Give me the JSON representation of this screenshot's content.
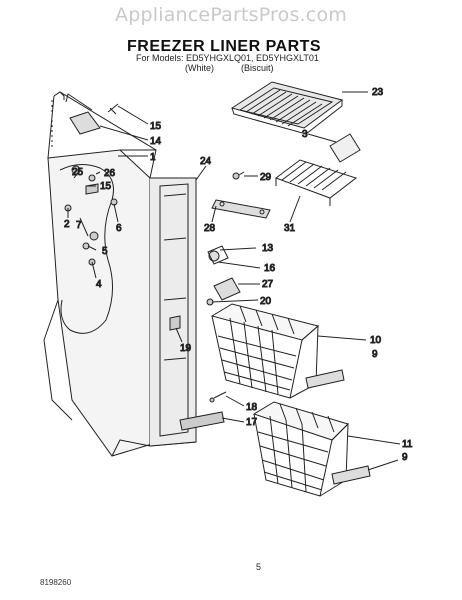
{
  "watermark": "AppliancePartsPros.com",
  "title": "FREEZER LINER PARTS",
  "models_line": "For Models: ED5YHGXLQ01, ED5YHGXLT01",
  "color_white": "(White)",
  "color_biscuit": "(Biscuit)",
  "page_number": "5",
  "doc_number": "8198260",
  "callouts": [
    "23",
    "15",
    "3",
    "14",
    "1",
    "24",
    "25",
    "26",
    "15",
    "29",
    "2",
    "6",
    "7",
    "28",
    "31",
    "5",
    "13",
    "16",
    "4",
    "27",
    "20",
    "10",
    "9",
    "19",
    "18",
    "17",
    "11",
    "9"
  ]
}
